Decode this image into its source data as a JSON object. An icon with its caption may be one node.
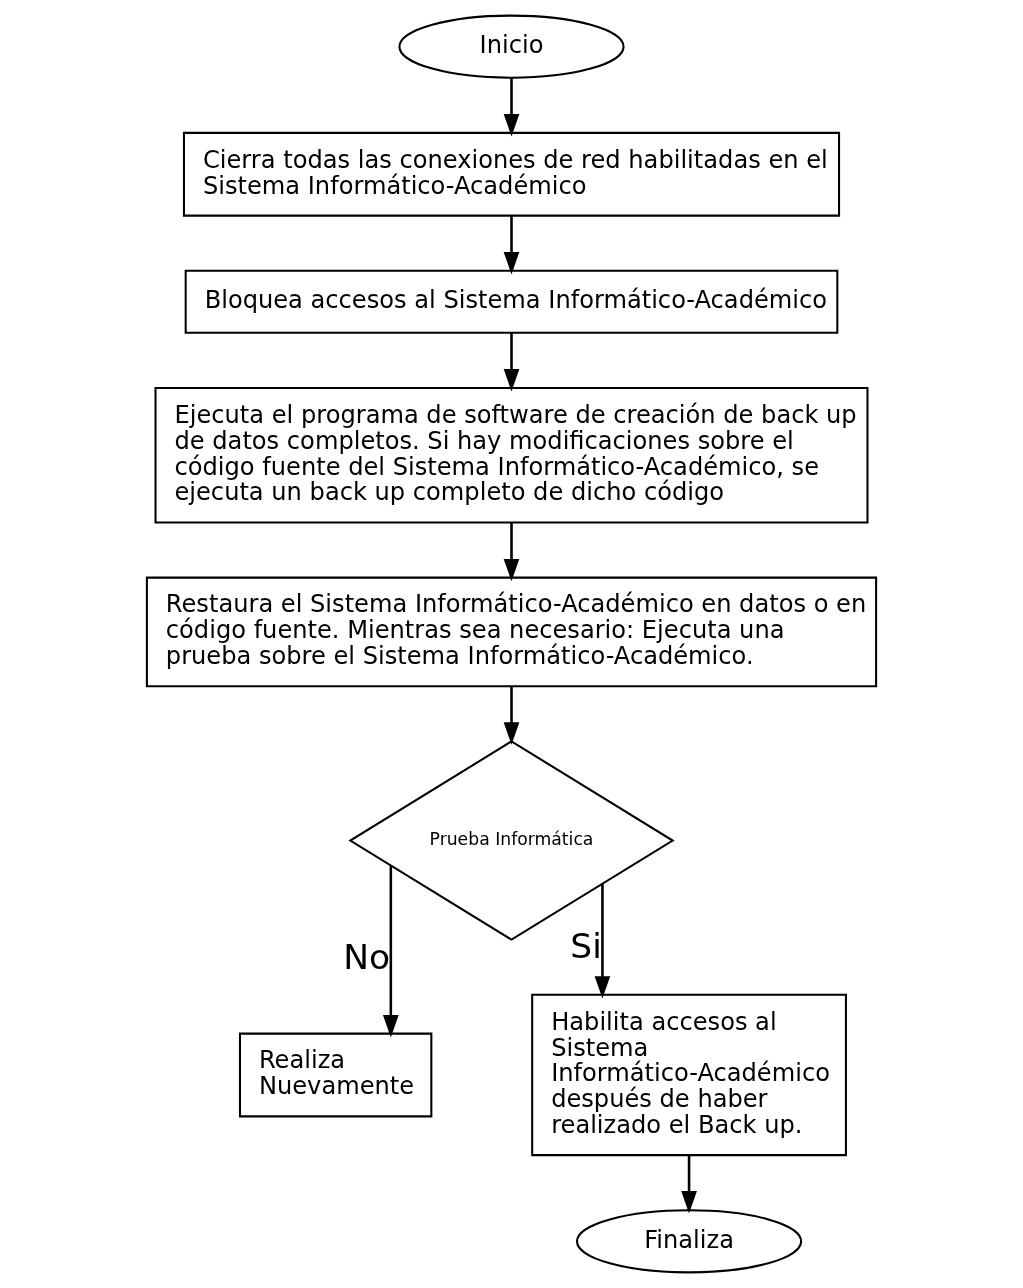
{
  "diagram": {
    "nodes": [
      {
        "text": [
          "Inicio"
        ]
      },
      {
        "text": [
          "Cierra todas las conexiones de red habilitadas en el Sistema Informático-Académico"
        ]
      },
      {
        "text": [
          "Bloquea accesos al Sistema Informático-Académico"
        ]
      },
      {
        "text": [
          "Ejecuta el programa de software de creación de back up de datos completos. Si hay modificaciones sobre el código fuente del Sistema Informático-Académico, se ejecuta un back up completo de dicho código"
        ]
      },
      {
        "text": [
          "Restaura el Sistema Informático-Académico en datos o en código fuente. Mientras sea necesario: Ejecuta una prueba sobre el Sistema Informático-Académico."
        ]
      },
      {
        "text": [
          "Prueba Informática"
        ]
      },
      {
        "text": [
          "Realiza Nuevamente"
        ]
      },
      {
        "text": [
          "Habilita accesos al Sistema Informático-Académico después de haber realizado el Back up."
        ]
      },
      {
        "text": [
          "Finaliza"
        ]
      }
    ],
    "edges": [
      {
        "from": 0,
        "to": 1,
        "arrow": "to"
      },
      {
        "from": 1,
        "to": 2,
        "arrow": "to"
      },
      {
        "from": 2,
        "to": 3,
        "arrow": "to"
      },
      {
        "from": 3,
        "to": 4,
        "arrow": "to"
      },
      {
        "from": 4,
        "to": 5,
        "arrow": "to"
      },
      {
        "from": 5,
        "to": 6,
        "arrow": "to",
        "label": "No"
      },
      {
        "from": 5,
        "to": 7,
        "arrow": "to",
        "label": "Si"
      },
      {
        "from": 7,
        "to": 8,
        "arrow": "to"
      }
    ]
  }
}
